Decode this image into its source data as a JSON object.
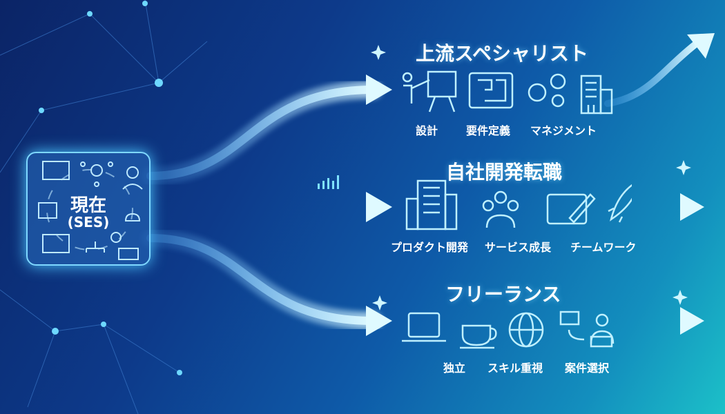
{
  "source": {
    "title": "現在",
    "subtitle": "(SES)"
  },
  "paths": [
    {
      "title": "上流スペシャリスト",
      "items": [
        {
          "label": "設計",
          "icon": "presentation-icon"
        },
        {
          "label": "要件定義",
          "icon": "blueprint-icon"
        },
        {
          "label": "マネジメント",
          "icon": "gears-icon"
        },
        {
          "label": "",
          "icon": "building-icon"
        }
      ]
    },
    {
      "title": "自社開発転職",
      "items": [
        {
          "label": "プロダクト開発",
          "icon": "office-building-icon"
        },
        {
          "label": "サービス成長",
          "icon": "team-icon"
        },
        {
          "label": "チームワーク",
          "icon": "design-pencil-icon"
        },
        {
          "label": "",
          "icon": "rocket-icon"
        }
      ]
    },
    {
      "title": "フリーランス",
      "items": [
        {
          "label": "独立",
          "icon": "laptop-icon"
        },
        {
          "label": "スキル重視",
          "icon": "coffee-icon"
        },
        {
          "label": "案件選択",
          "icon": "globe-icon"
        },
        {
          "label": "",
          "icon": "remote-worker-icon"
        }
      ]
    }
  ],
  "colors": {
    "arrow": "#bff2ff",
    "glow": "#4ec8ff",
    "bg_dark": "#0b2466",
    "bg_light": "#1cc0c8"
  }
}
